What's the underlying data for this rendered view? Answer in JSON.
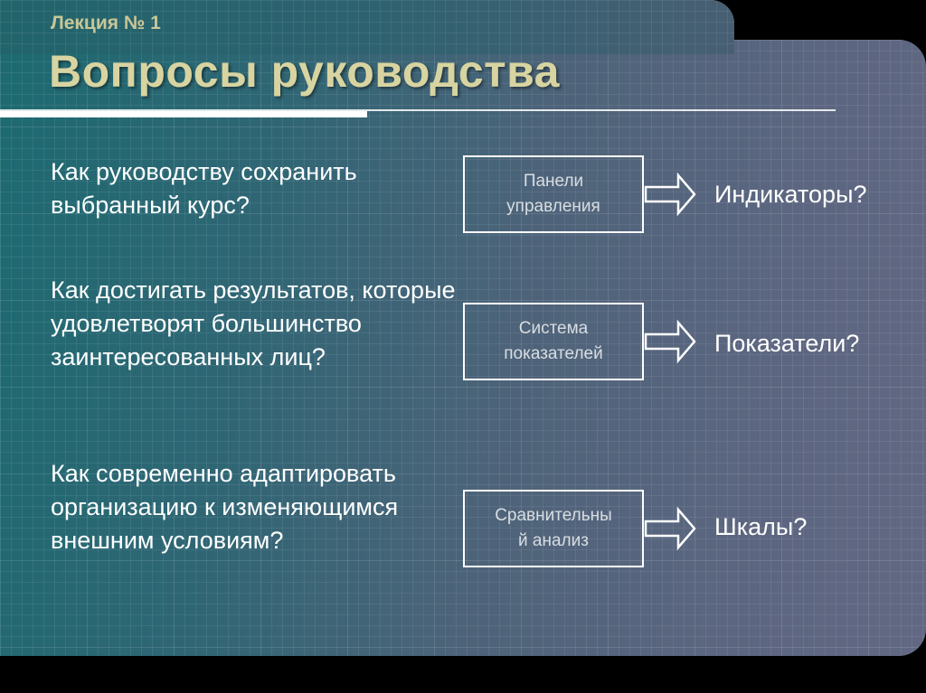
{
  "header": {
    "lecture": "Лекция № 1",
    "title": "Вопросы руководства"
  },
  "rows": [
    {
      "question": "Как руководству сохранить выбранный курс?",
      "box_lines": [
        "Панели",
        "управления"
      ],
      "answer": "Индикаторы?"
    },
    {
      "question": "Как достигать результатов, которые удовлетворят большинство заинтересованных лиц?",
      "box_lines": [
        "Система",
        "показателей"
      ],
      "answer": "Показатели?"
    },
    {
      "question": "Как современно адаптировать организацию к изменяющимся внешним условиям?",
      "box_lines": [
        "Сравнительны",
        "й анализ"
      ],
      "answer": "Шкалы?"
    }
  ],
  "colors": {
    "title": "#d8d4a1",
    "lecture": "#c9c797",
    "text": "#ffffff",
    "box_text": "#d8dde2"
  }
}
